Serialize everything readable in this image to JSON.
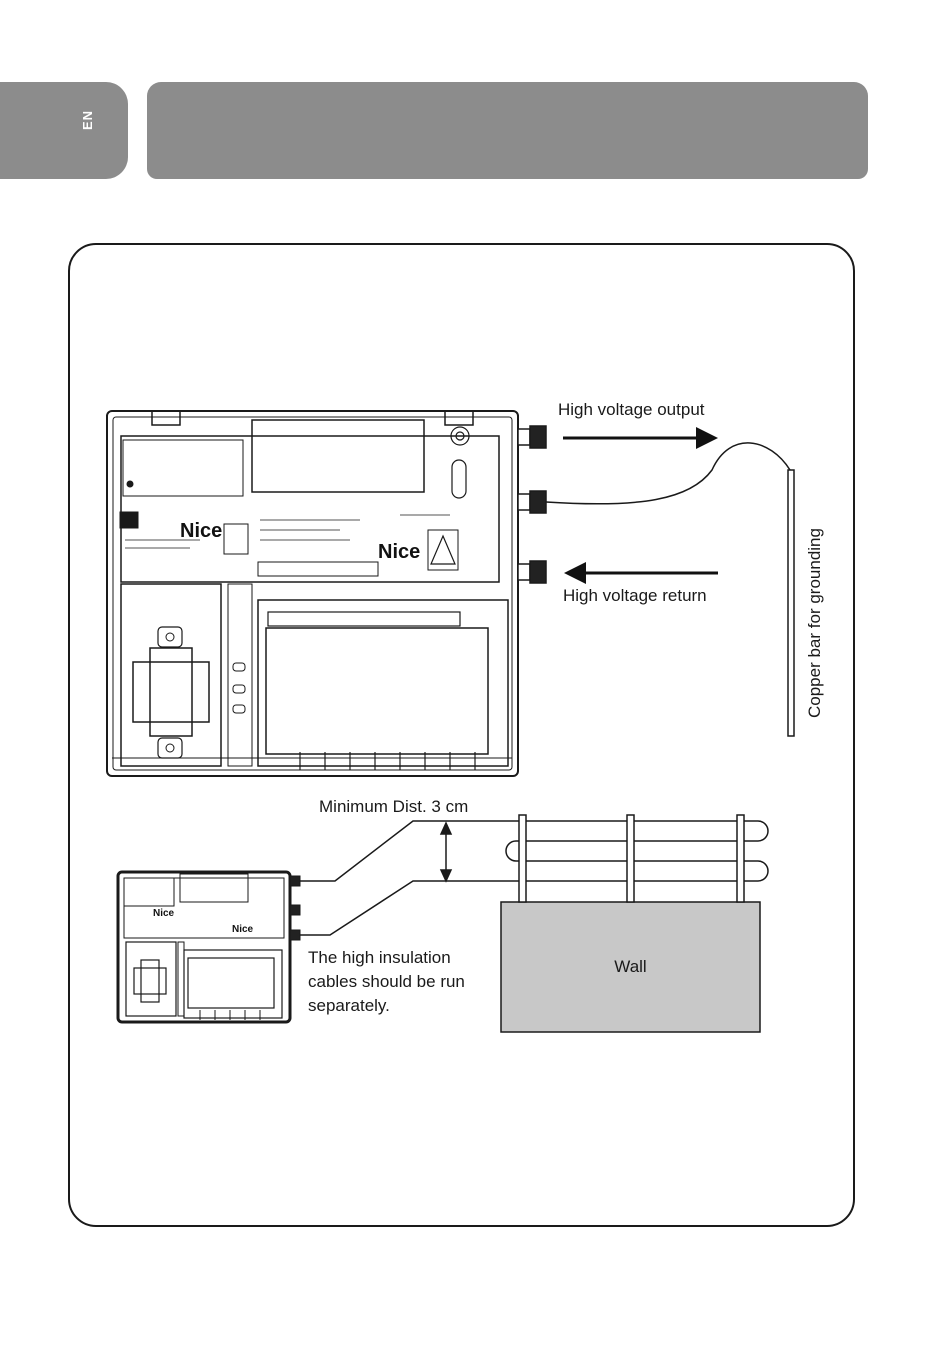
{
  "page": {
    "language_tab": "EN"
  },
  "diagram": {
    "labels": {
      "hv_output": "High voltage output",
      "hv_return": "High voltage return",
      "copper_bar": "Copper bar for grounding",
      "min_dist": "Minimum Dist. 3 cm",
      "insulation_note": "The high insulation cables should be run separately.",
      "wall": "Wall"
    },
    "device_brand": "Nice"
  }
}
